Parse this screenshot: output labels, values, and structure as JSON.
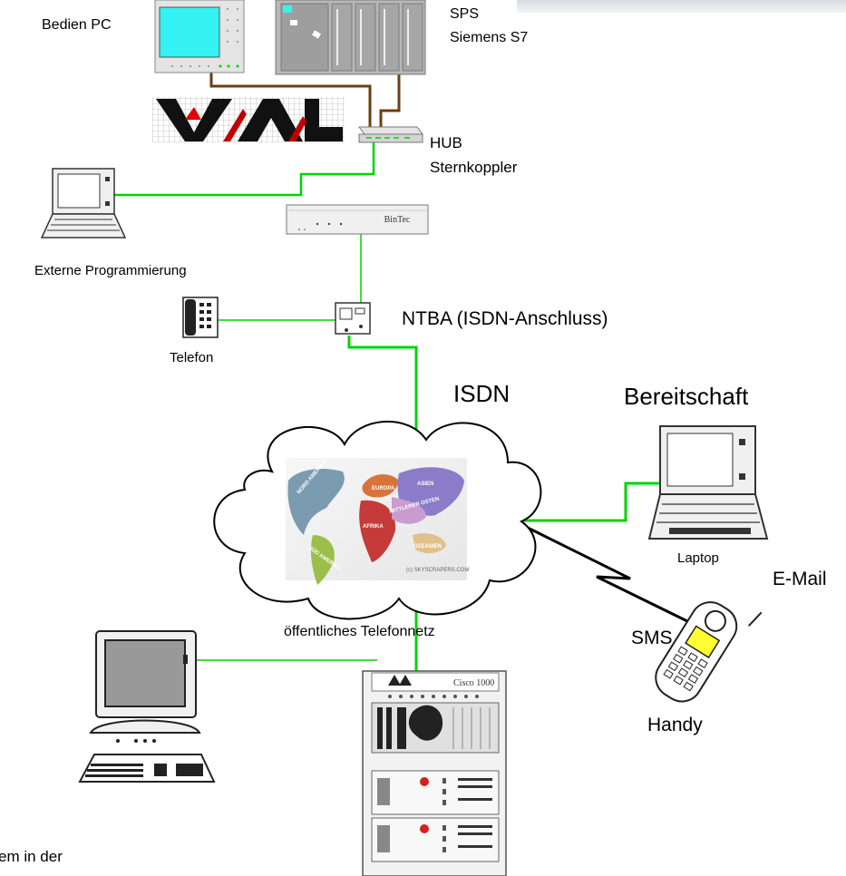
{
  "diagram": {
    "colors": {
      "ethernet": "#00d400",
      "serial": "#6b3f10",
      "radio": "#000000",
      "background": "#ffffff"
    },
    "labels": {
      "bedien_pc": "Bedien PC",
      "sps_line1": "SPS",
      "sps_line2": "Siemens S7",
      "hub_line1": "HUB",
      "hub_line2": "Sternkoppler",
      "externe_programmierung": "Externe Programmierung",
      "router_brand": "BinTec",
      "ntba": "NTBA (ISDN-Anschluss)",
      "telefon": "Telefon",
      "isdn": "ISDN",
      "bereitschaft": "Bereitschaft",
      "laptop": "Laptop",
      "email": "E-Mail",
      "sms": "SMS",
      "handy": "Handy",
      "telefonnetz": "öffentliches Telefonnetz",
      "cisco": "Cisco 1000",
      "map_copyright": "(c) SKYSCRAPERS.COM",
      "continents": [
        "NORD AMERIKA",
        "EUROPA",
        "ASIEN",
        "AFRIKA",
        "MITTLERER OSTEN",
        "SÜD AMERIKA",
        "OZEANIEN"
      ],
      "logo": "VAL",
      "partial_text": "em in der"
    }
  }
}
